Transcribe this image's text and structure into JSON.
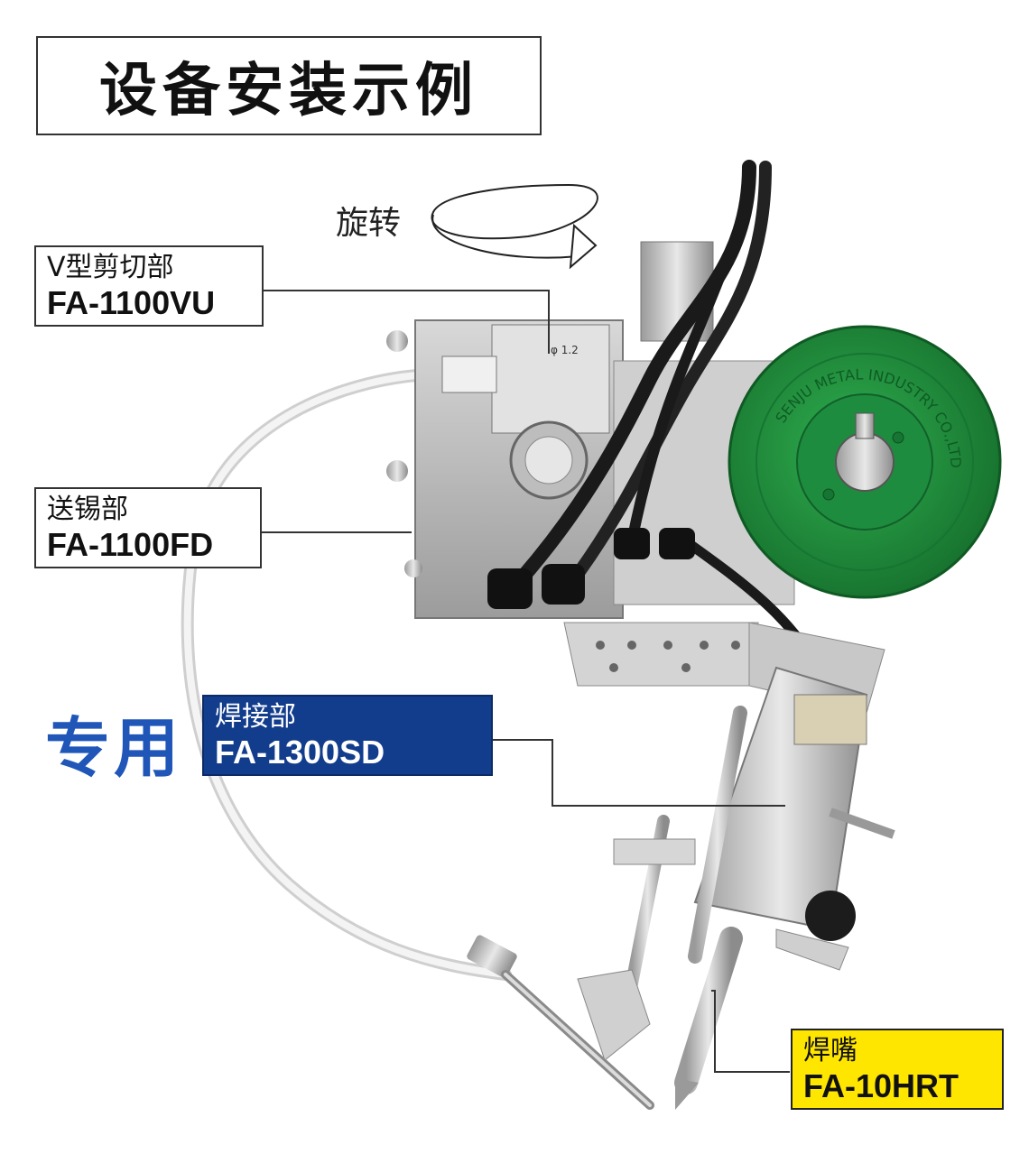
{
  "title": "设备安装示例",
  "rotate_label": "旋转",
  "special_label": "专用",
  "callouts": {
    "cutter": {
      "line1": "V型剪切部",
      "line2": "FA-1100VU"
    },
    "feeder": {
      "line1": "送锡部",
      "line2": "FA-1100FD"
    },
    "solder_head": {
      "line1": "焊接部",
      "line2": "FA-1300SD"
    },
    "tip": {
      "line1": "焊嘴",
      "line2": "FA-10HRT"
    }
  },
  "reel_text": "SENJU METAL INDUSTRY CO.,LTD",
  "diameter_label": "φ 1.2",
  "colors": {
    "solder_head_box": "#123c8c",
    "tip_box": "#ffe600",
    "special_text": "#1f56b8",
    "reel_green": "#1f8a3a"
  }
}
